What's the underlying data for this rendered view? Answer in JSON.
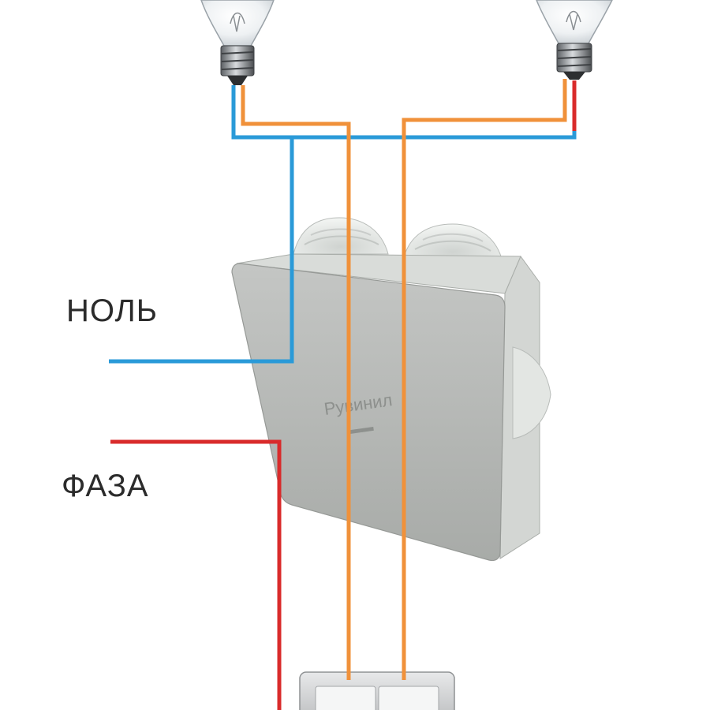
{
  "labels": {
    "neutral": "НОЛЬ",
    "phase": "ФАЗА",
    "box_brand": "Рувинил"
  },
  "colors": {
    "neutral_wire": "#2a9ad8",
    "phase_wire": "#d92b2b",
    "switched_wire": "#f0913a",
    "box_front": "#b4b6b4",
    "box_side": "#d3d6d3"
  },
  "components": {
    "lamps": [
      "light-bulb",
      "light-bulb"
    ],
    "junction_box": "junction-box",
    "switch": "two-key-switch"
  }
}
